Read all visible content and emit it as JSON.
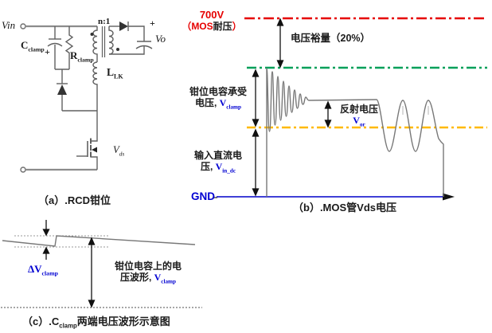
{
  "colors": {
    "rating_line_red": "#e60000",
    "clamp_line_green": "#00a05a",
    "reflect_line_orange": "#ffb900",
    "axis_blue": "#0000c8",
    "waveform_gray": "#787878",
    "value_text_blue": "#0000d2"
  },
  "panel_a": {
    "caption": "（a）.RCD钳位",
    "vin": "Vin",
    "vo": "Vo",
    "vds_main": "V",
    "vds_sub": "ds",
    "cclamp_main": "C",
    "cclamp_sub": "clamp",
    "rclamp_main": "R",
    "rclamp_sub": "clamp",
    "llk_main": "L",
    "llk_sub": "LK",
    "turns_ratio": "n:1",
    "clamp_cap_plus": "+",
    "output_plus": "+"
  },
  "panel_b": {
    "caption": "（b）.MOS管Vds电压",
    "rating_value": "700V",
    "rating_open": "（MOS",
    "rating_mid": "耐压",
    "rating_close": "）",
    "margin_label": "电压裕量（20%）",
    "clamp_line1": "钳位电容承受",
    "clamp_line2_prefix": "电压, ",
    "clamp_v_main": "V",
    "clamp_v_sub": "clamp",
    "reflect_label": "反射电压",
    "reflect_v_main": "V",
    "reflect_v_sub": "or",
    "input_line1": "输入直流电",
    "input_line2_prefix": "压, ",
    "input_v_main": "V",
    "input_v_sub": "in_dc",
    "gnd": "GND"
  },
  "panel_c": {
    "caption_prefix": "（c）.C",
    "caption_sub": "clamp",
    "caption_suffix": "两端电压波形示意图",
    "delta_main": "ΔV",
    "delta_sub": "clamp",
    "wave_line1": "钳位电容上的电",
    "wave_line2_prefix": "压波形, ",
    "wave_v_main": "V",
    "wave_v_sub": "clamp"
  }
}
